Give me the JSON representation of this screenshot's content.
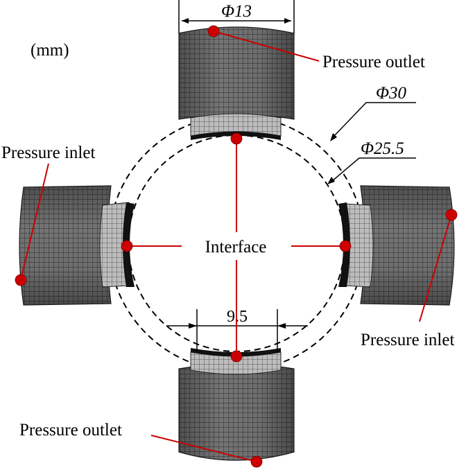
{
  "units_label": "(mm)",
  "dimensions": {
    "pipe_diameter": "Φ13",
    "outer_circle": "Φ30",
    "inner_circle": "Φ25.5",
    "arc_width": "9.5"
  },
  "labels": {
    "outlet_top": "Pressure outlet",
    "outlet_bottom": "Pressure outlet",
    "inlet_left": "Pressure inlet",
    "inlet_right": "Pressure inlet",
    "interface": "Interface"
  },
  "colors": {
    "marker": "#cc0000",
    "leader": "#cc0000",
    "mesh_dark": "#6b6b6b",
    "mesh_light": "#a9a9a9",
    "line": "#000000"
  }
}
